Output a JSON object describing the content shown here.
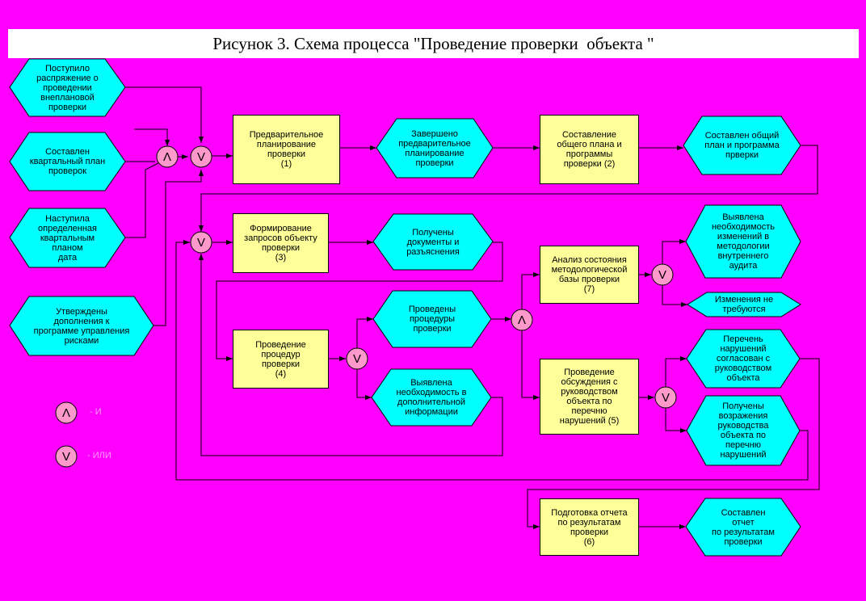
{
  "title": "Рисунок 3. Схема процесса \"Проведение проверки  объекта \"",
  "functions": [
    {
      "id": "f1",
      "text": "Предварительное\nпланирование\nпроверки\n(1)"
    },
    {
      "id": "f2",
      "text": "Составление\nобщего плана  и\nпрограммы\nпроверки  (2)"
    },
    {
      "id": "f3",
      "text": "Формирование\nзапросов объекту\nпроверки\n(3)"
    },
    {
      "id": "f4",
      "text": "Проведение\nпроцедур\nпроверки\n(4)"
    },
    {
      "id": "f5",
      "text": "Проведение\nобсуждения  с\nруководством\nобъекта по\nперечню\nнарушений (5)"
    },
    {
      "id": "f6",
      "text": "Подготовка  отчета\nпо результатам\nпроверки\n(6)"
    },
    {
      "id": "f7",
      "text": "Анализ состояния\nметодологической\nбазы проверки\n(7)"
    }
  ],
  "events": [
    {
      "id": "e1",
      "text": "Поступило\nраспряжение о\nпроведении\nвнеплановой\nпроверки"
    },
    {
      "id": "e2",
      "text": "Составлен\nквартальный план\nпроверок"
    },
    {
      "id": "e3",
      "text": "Наступила\nопределенная\nквартальным\nпланом\nдата"
    },
    {
      "id": "e4",
      "text": "Утверждены\nдополнения к\nпрограмме управления\nрисками"
    },
    {
      "id": "e5",
      "text": "Завершено\nпредварительное\nпланирование\nпроверки"
    },
    {
      "id": "e6",
      "text": "Составлен общий\nплан и программа\nпрверки"
    },
    {
      "id": "e7",
      "text": "Получены\nдокументы и\nразъяснения"
    },
    {
      "id": "e8",
      "text": "Проведены\nпроцедуры\nпроверки"
    },
    {
      "id": "e9",
      "text": "Выявлена\nнеобходимость в\nдополнительной\nинформации"
    },
    {
      "id": "e10",
      "text": "Выявлена\nнеобходимость\nизменений в\nметодологии\nвнутреннего\nаудита"
    },
    {
      "id": "e11",
      "text": "Изменения не\nтребуются"
    },
    {
      "id": "e12",
      "text": "Перечень\nнарушений\nсогласован с\nруководством\nобъекта"
    },
    {
      "id": "e13",
      "text": "Получены\nвозражения\nруководства\nобъекта  по\nперечню\nнарушений"
    },
    {
      "id": "e14",
      "text": "Составлен\nотчет\nпо результатам\nпроверки"
    }
  ],
  "operators": [
    {
      "id": "and1",
      "symbol": "Λ"
    },
    {
      "id": "or1",
      "symbol": "V"
    },
    {
      "id": "or2",
      "symbol": "V"
    },
    {
      "id": "or3",
      "symbol": "V"
    },
    {
      "id": "and2",
      "symbol": "Λ"
    },
    {
      "id": "or4",
      "symbol": "V"
    },
    {
      "id": "or5",
      "symbol": "V"
    }
  ],
  "legend": [
    {
      "symbol": "Λ",
      "label": "- И"
    },
    {
      "symbol": "V",
      "label": "- ИЛИ"
    }
  ],
  "colors": {
    "background": "#ff00ff",
    "function_fill": "#ffff99",
    "event_fill": "#00ffff",
    "operator_fill": "#ff99cc",
    "legend_text": "#ff99ff",
    "line": "#000000"
  }
}
